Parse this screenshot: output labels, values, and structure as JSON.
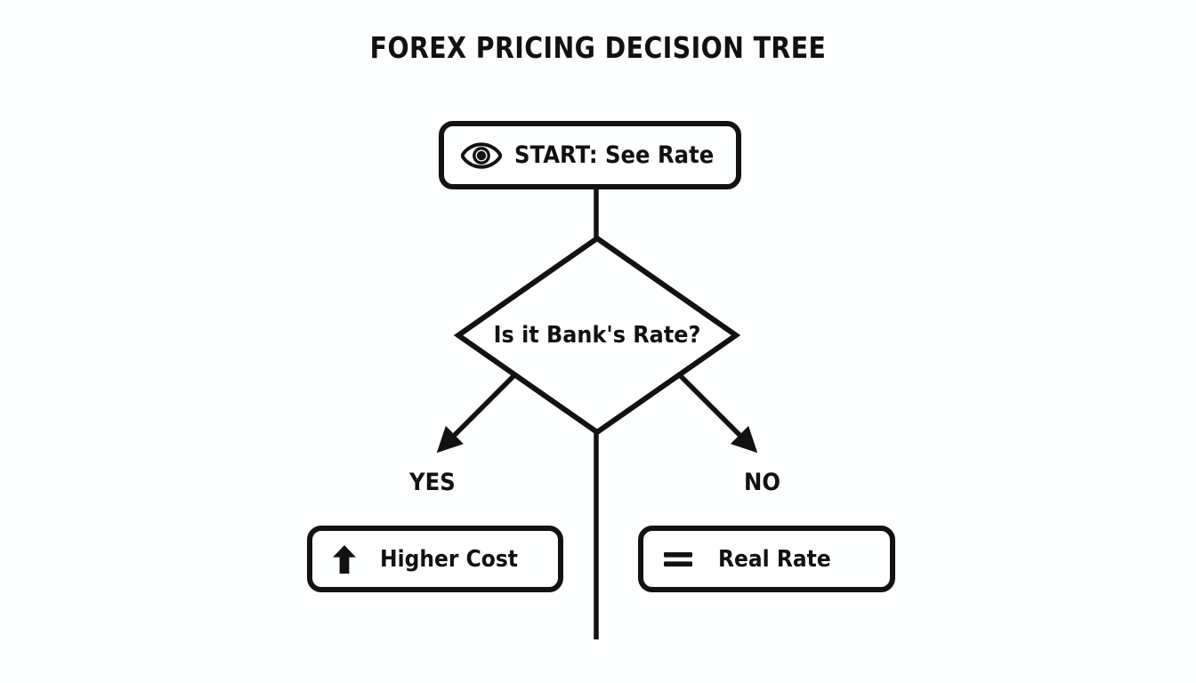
{
  "page": {
    "title": "FOREX PRICING DECISION TREE",
    "background_color": "#fcfdfd",
    "line_color": "#121212",
    "text_color": "#111111"
  },
  "diagram": {
    "type": "flowchart-decision-tree",
    "nodes": [
      {
        "id": "start",
        "shape": "rounded-rectangle",
        "label": "START: See Rate",
        "icon": "eye-icon"
      },
      {
        "id": "decision",
        "shape": "diamond",
        "label": "Is it Bank's Rate?"
      },
      {
        "id": "higher-cost",
        "shape": "rounded-rectangle",
        "label": "Higher Cost",
        "icon": "arrow-up-icon"
      },
      {
        "id": "real-rate",
        "shape": "rounded-rectangle",
        "label": "Real Rate",
        "icon": "equals-icon"
      }
    ],
    "branches": [
      {
        "id": "yes",
        "label": "YES",
        "from": "decision",
        "to": "higher-cost",
        "direction": "down-left"
      },
      {
        "id": "no",
        "label": "NO",
        "from": "decision",
        "to": "real-rate",
        "direction": "down-right"
      }
    ],
    "connectors": [
      {
        "id": "start-to-decision",
        "style": "plain-line",
        "from": "start",
        "to": "decision"
      },
      {
        "id": "decision-tail",
        "style": "plain-line",
        "from": "decision",
        "to": "bottom-edge"
      }
    ]
  }
}
